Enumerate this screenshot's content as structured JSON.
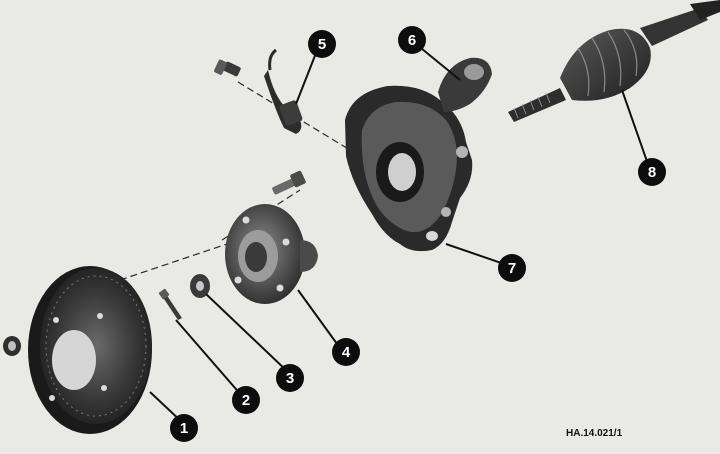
{
  "figure": {
    "reference_code": "HA.14.021/1",
    "callouts": [
      {
        "id": "1",
        "label": "1",
        "part": "brake-disc"
      },
      {
        "id": "2",
        "label": "2",
        "part": "locating-pin"
      },
      {
        "id": "3",
        "label": "3",
        "part": "hub-nut"
      },
      {
        "id": "4",
        "label": "4",
        "part": "wheel-hub"
      },
      {
        "id": "5",
        "label": "5",
        "part": "abs-sensor"
      },
      {
        "id": "6",
        "label": "6",
        "part": "steering-knuckle"
      },
      {
        "id": "7",
        "label": "7",
        "part": "dust-shield"
      },
      {
        "id": "8",
        "label": "8",
        "part": "drive-shaft"
      }
    ]
  },
  "colors": {
    "background": "#e9e9e6",
    "part_dark": "#262626",
    "part_mid": "#4a4a4a",
    "part_light": "#8a8a8a",
    "callout_fill": "#0d0d0d",
    "callout_text": "#ffffff"
  }
}
